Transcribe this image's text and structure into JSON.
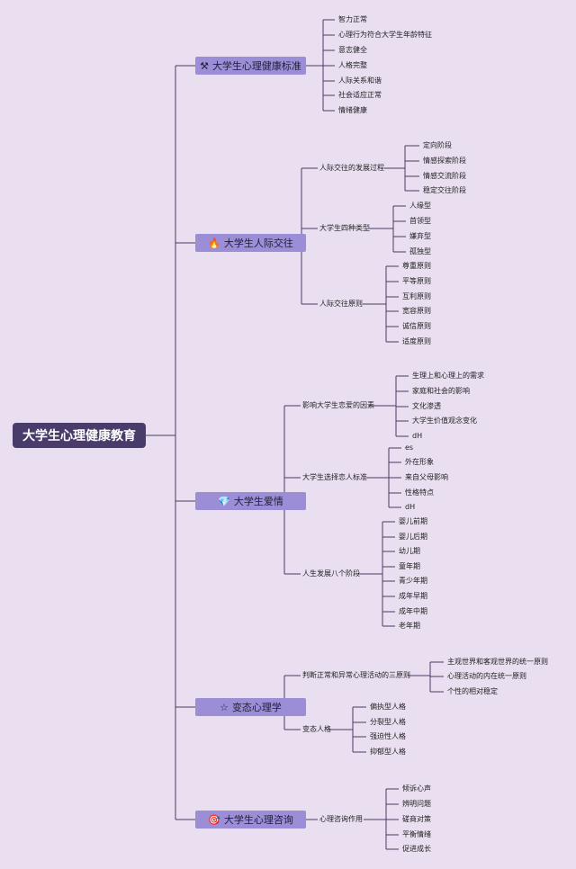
{
  "colors": {
    "background": "#e9dff1",
    "root_fill": "#4a3c6a",
    "branch_fill": "#9b8ed6",
    "line": "#4a3b63"
  },
  "root": {
    "label": "大学生心理健康教育"
  },
  "branches": [
    {
      "label": "大学生心理健康标准",
      "icon": "tools-icon",
      "icon_glyph": "⚒",
      "children": [
        {
          "label": "智力正常"
        },
        {
          "label": "心理行为符合大学生年龄特征"
        },
        {
          "label": "意志健全"
        },
        {
          "label": "人格完整"
        },
        {
          "label": "人际关系和谐"
        },
        {
          "label": "社会适应正常"
        },
        {
          "label": "情绪健康"
        }
      ]
    },
    {
      "label": "大学生人际交往",
      "icon": "flame-icon",
      "icon_glyph": "🔥",
      "children": [
        {
          "label": "人际交往的发展过程",
          "children": [
            {
              "label": "定向阶段"
            },
            {
              "label": "情感探索阶段"
            },
            {
              "label": "情感交流阶段"
            },
            {
              "label": "稳定交往阶段"
            }
          ]
        },
        {
          "label": "大学生四种类型",
          "children": [
            {
              "label": "人缘型"
            },
            {
              "label": "首领型"
            },
            {
              "label": "嫌弃型"
            },
            {
              "label": "孤独型"
            }
          ]
        },
        {
          "label": "人际交往原则",
          "children": [
            {
              "label": "尊重原则"
            },
            {
              "label": "平等原则"
            },
            {
              "label": "互利原则"
            },
            {
              "label": "宽容原则"
            },
            {
              "label": "诚信原则"
            },
            {
              "label": "适度原则"
            }
          ]
        }
      ]
    },
    {
      "label": "大学生爱情",
      "icon": "diamond-icon",
      "icon_glyph": "💎",
      "children": [
        {
          "label": "影响大学生恋爱的因素",
          "children": [
            {
              "label": "生理上和心理上的需求"
            },
            {
              "label": "家庭和社会的影响"
            },
            {
              "label": "文化渗透"
            },
            {
              "label": "大学生价值观念变化"
            },
            {
              "label": "dH"
            }
          ]
        },
        {
          "label": "大学生选择恋人标准",
          "children": [
            {
              "label": "es"
            },
            {
              "label": "外在形象"
            },
            {
              "label": "来自父母影响"
            },
            {
              "label": "性格特点"
            },
            {
              "label": "dH"
            }
          ]
        },
        {
          "label": "人生发展八个阶段",
          "children": [
            {
              "label": "婴儿前期"
            },
            {
              "label": "婴儿后期"
            },
            {
              "label": "幼儿期"
            },
            {
              "label": "童年期"
            },
            {
              "label": "青少年期"
            },
            {
              "label": "成年早期"
            },
            {
              "label": "成年中期"
            },
            {
              "label": "老年期"
            }
          ]
        }
      ]
    },
    {
      "label": "变态心理学",
      "icon": "star-icon",
      "icon_glyph": "☆",
      "children": [
        {
          "label": "判断正常和异常心理活动的三原则",
          "children": [
            {
              "label": "主观世界和客观世界的统一原则"
            },
            {
              "label": "心理活动的内在统一原则"
            },
            {
              "label": "个性的相对稳定"
            }
          ]
        },
        {
          "label": "变态人格",
          "children": [
            {
              "label": "偏执型人格"
            },
            {
              "label": "分裂型人格"
            },
            {
              "label": "强迫性人格"
            },
            {
              "label": "抑郁型人格"
            }
          ]
        }
      ]
    },
    {
      "label": "大学生心理咨询",
      "icon": "target-icon",
      "icon_glyph": "🎯",
      "children": [
        {
          "label": "心理咨询作用",
          "children": [
            {
              "label": "倾诉心声"
            },
            {
              "label": "辨明问题"
            },
            {
              "label": "磋商对策"
            },
            {
              "label": "平衡情绪"
            },
            {
              "label": "促进成长"
            }
          ]
        }
      ]
    }
  ]
}
